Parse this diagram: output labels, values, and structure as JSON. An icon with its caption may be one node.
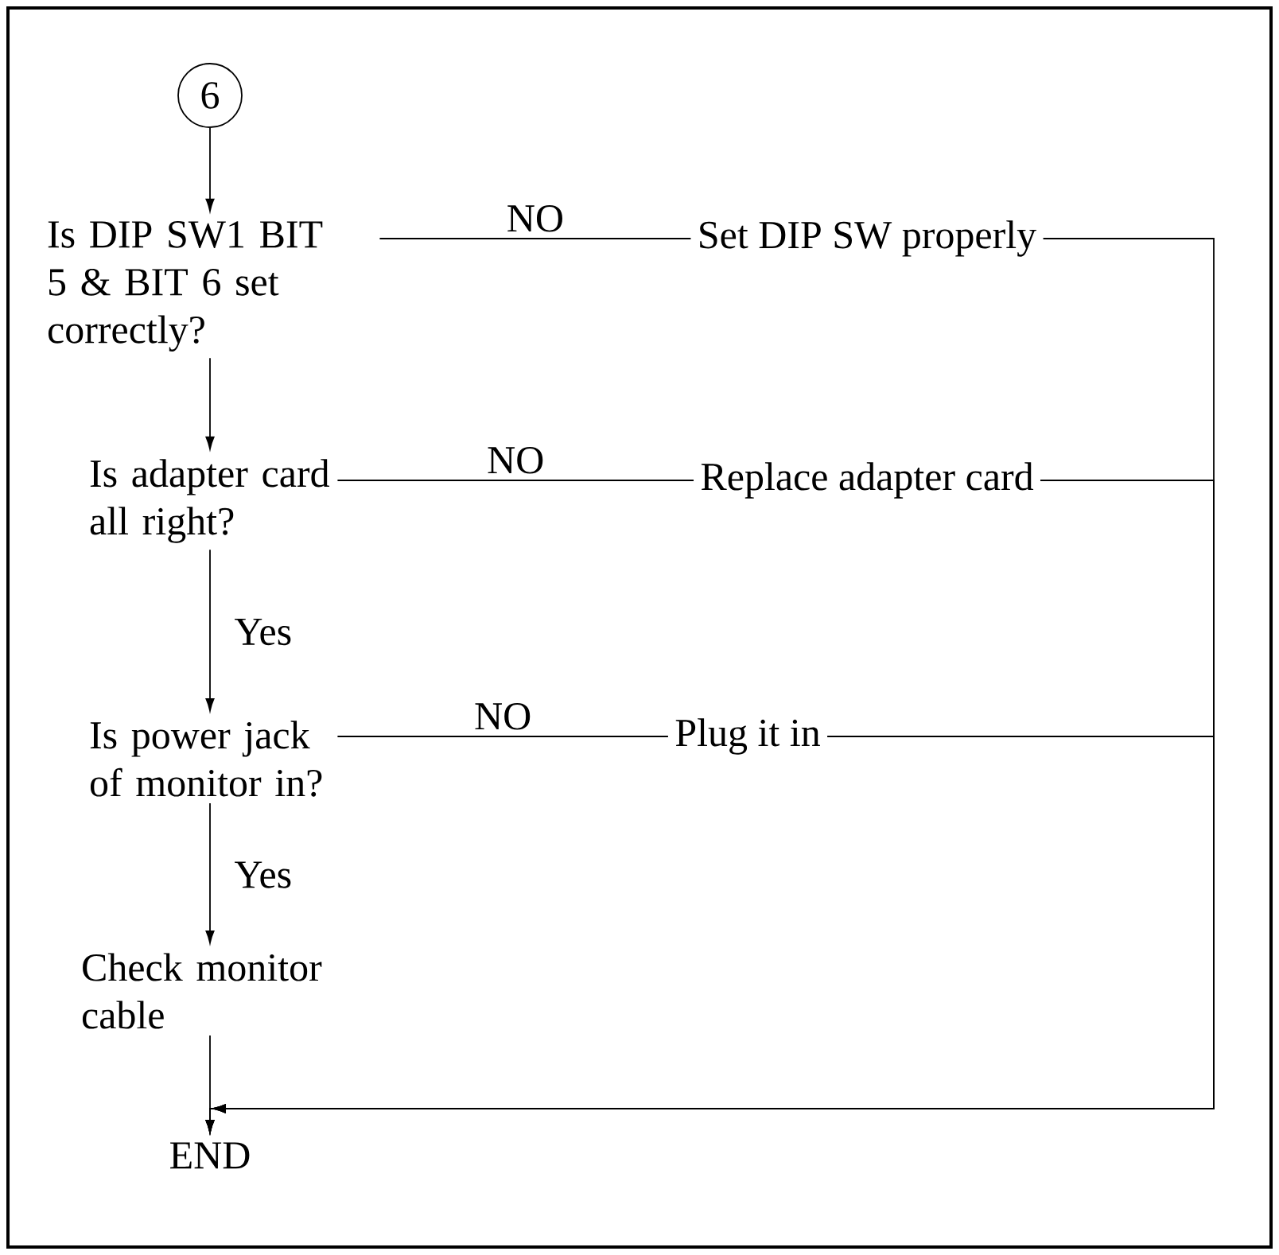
{
  "diagram": {
    "nodes": [
      {
        "text": [
          "6"
        ]
      },
      {
        "text": [
          "Is DIP SW1 BIT 5 & BIT 6 set correctly?"
        ]
      },
      {
        "text": [
          "Is adapter card all right?"
        ]
      },
      {
        "text": [
          "Is power jack of monitor in?"
        ]
      },
      {
        "text": [
          "Check monitor cable"
        ]
      },
      {
        "text": [
          "END"
        ]
      },
      {
        "text": [
          "Set DIP SW properly"
        ]
      },
      {
        "text": [
          "Replace adapter card"
        ]
      },
      {
        "text": [
          "Plug it in"
        ]
      }
    ],
    "edges": [
      {
        "from": 0,
        "to": 1,
        "arrow": "to"
      },
      {
        "from": 1,
        "to": 2,
        "arrow": "to"
      },
      {
        "from": 2,
        "to": 3,
        "arrow": "to",
        "label": "Yes"
      },
      {
        "from": 3,
        "to": 4,
        "arrow": "to",
        "label": "Yes"
      },
      {
        "from": 4,
        "to": 5,
        "arrow": "to"
      },
      {
        "from": 1,
        "to": 6,
        "arrow": "none",
        "label": "NO"
      },
      {
        "from": 2,
        "to": 7,
        "arrow": "none",
        "label": "NO"
      },
      {
        "from": 3,
        "to": 8,
        "arrow": "none",
        "label": "NO"
      },
      {
        "from": 6,
        "to": 5,
        "arrow": "to"
      },
      {
        "from": 7,
        "to": 5,
        "arrow": "to"
      },
      {
        "from": 8,
        "to": 5,
        "arrow": "to"
      }
    ]
  }
}
